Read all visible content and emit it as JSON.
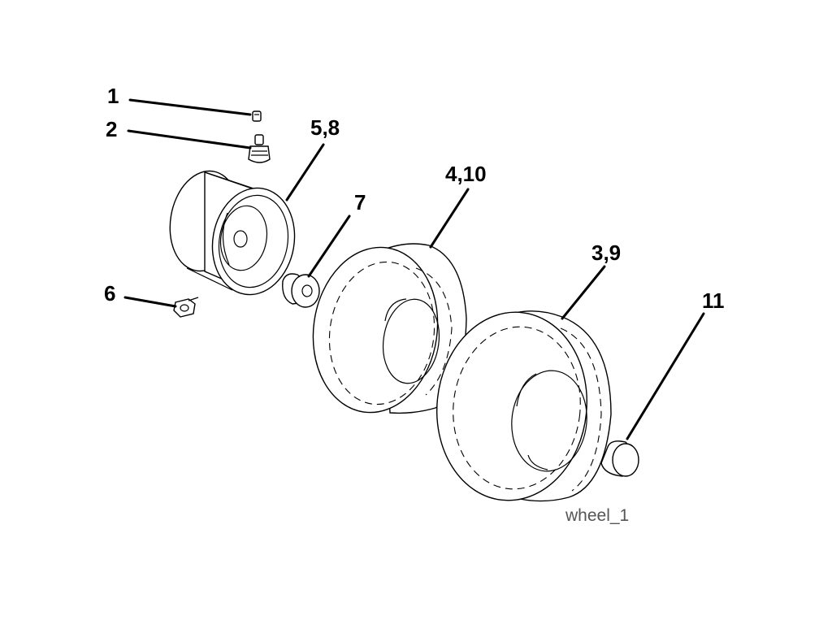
{
  "diagram": {
    "caption": "wheel_1",
    "callouts": [
      {
        "id": "c1",
        "label": "1",
        "part_icon": "valve-cap-icon"
      },
      {
        "id": "c2",
        "label": "2",
        "part_icon": "valve-stem-icon"
      },
      {
        "id": "c58",
        "label": "5,8",
        "part_icon": "rim-icon"
      },
      {
        "id": "c7",
        "label": "7",
        "part_icon": "bushing-icon"
      },
      {
        "id": "c410",
        "label": "4,10",
        "part_icon": "tire-icon"
      },
      {
        "id": "c39",
        "label": "3,9",
        "part_icon": "tire-icon"
      },
      {
        "id": "c6",
        "label": "6",
        "part_icon": "grease-fitting-icon"
      },
      {
        "id": "c11",
        "label": "11",
        "part_icon": "hub-cap-icon"
      }
    ]
  }
}
